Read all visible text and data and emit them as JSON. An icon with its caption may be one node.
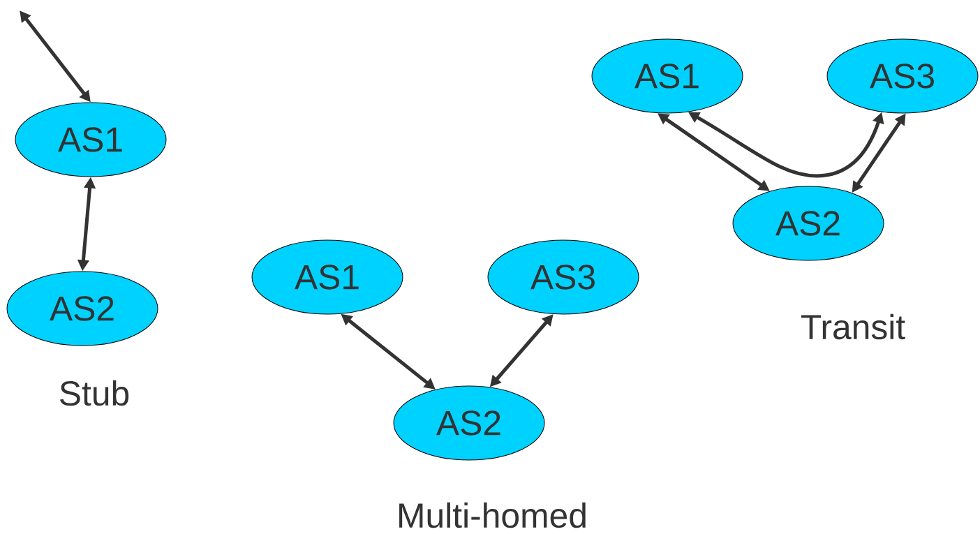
{
  "diagram": {
    "nodes": [
      {
        "text": [
          "AS1"
        ]
      },
      {
        "text": [
          "AS2"
        ]
      },
      {
        "text": [
          "AS1"
        ]
      },
      {
        "text": [
          "AS3"
        ]
      },
      {
        "text": [
          "AS2"
        ]
      },
      {
        "text": [
          "AS1"
        ]
      },
      {
        "text": [
          "AS3"
        ]
      },
      {
        "text": [
          "AS2"
        ]
      }
    ],
    "edges": [
      {
        "from": null,
        "to": 0,
        "arrow": "both"
      },
      {
        "from": 0,
        "to": 1,
        "arrow": "both"
      },
      {
        "from": 2,
        "to": 4,
        "arrow": "both"
      },
      {
        "from": 3,
        "to": 4,
        "arrow": "both"
      },
      {
        "from": 5,
        "to": 7,
        "arrow": "both"
      },
      {
        "from": 6,
        "to": 7,
        "arrow": "both"
      },
      {
        "from": 5,
        "to": 6,
        "arrow": "both"
      }
    ],
    "labels": [
      "Stub",
      "Multi-homed",
      "Transit"
    ]
  }
}
